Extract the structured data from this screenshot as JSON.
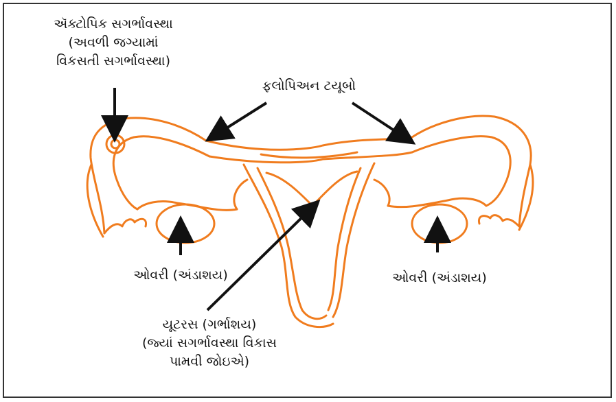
{
  "labels": {
    "ectopic_line1": "ઍક્ટોપિક સગર્ભાવસ્થા",
    "ectopic_line2": "(અવળી જગ્યામાં",
    "ectopic_line3": "વિકસતી સગર્ભાવસ્થા)",
    "fallopian": "ફલોપિઅન ટયૂબો",
    "ovary_left": "ઓવરી (અંડાશય)",
    "ovary_right": "ઓવરી (અંડાશય)",
    "uterus_line1": "યૂટરસ (ગર્ભાશય)",
    "uterus_line2": "(જ્યાં સગર્ભાવસ્થા વિકાસ",
    "uterus_line3": "પામવી જોઇએ)"
  },
  "colors": {
    "organ": "#f07c1e",
    "arrow": "#111111",
    "border": "#333333",
    "background": "#ffffff"
  }
}
